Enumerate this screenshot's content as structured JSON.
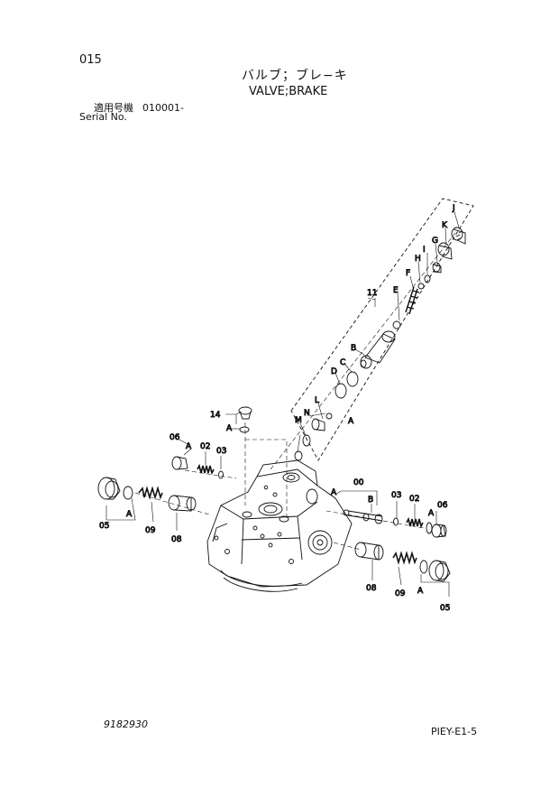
{
  "header": {
    "page_number": "015",
    "title_jp": "バルブ；ブレ−キ",
    "title_en": "VALVE;BRAKE",
    "serial_label_jp": "適用号機",
    "serial_value": "010001-",
    "serial_label_en": "Serial No."
  },
  "footer": {
    "drawing_number": "9182930",
    "page_code": "PIEY-E1-5"
  },
  "callouts": {
    "c11": "11",
    "c14": "14",
    "c00": "00",
    "c02a": "02",
    "c02b": "02",
    "c03a": "03",
    "c03b": "03",
    "c05a": "05",
    "c05b": "05",
    "c06a": "06",
    "c06b": "06",
    "c08a": "08",
    "c08b": "08",
    "c09a": "09",
    "c09b": "09",
    "A1": "A",
    "A2": "A",
    "A3": "A",
    "A4": "A",
    "A5": "A",
    "A6": "A",
    "A7": "A",
    "B1": "B",
    "B2": "B",
    "C": "C",
    "D": "D",
    "E": "E",
    "F": "F",
    "G": "G",
    "H": "H",
    "I": "I",
    "J": "J",
    "K": "K",
    "L": "L",
    "M": "M",
    "N": "N"
  }
}
